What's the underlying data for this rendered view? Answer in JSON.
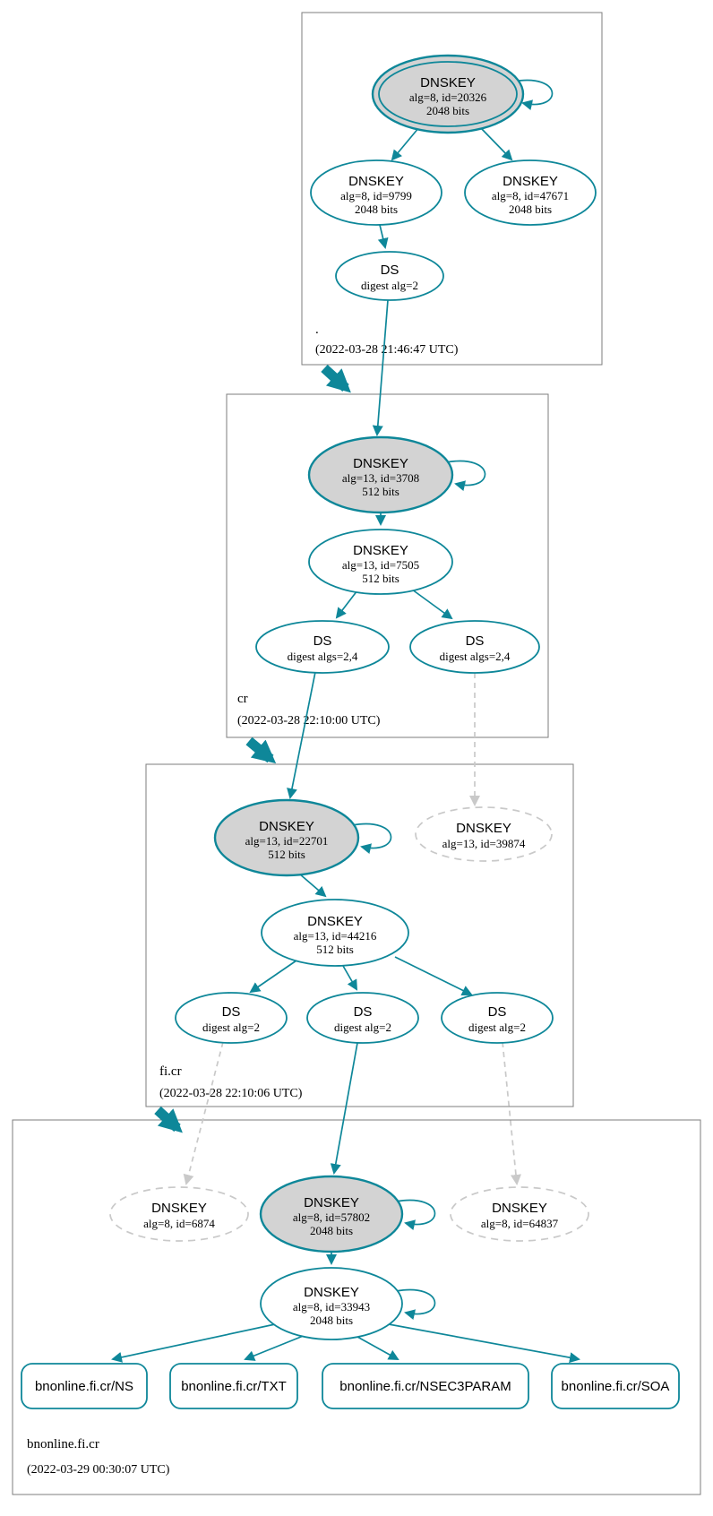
{
  "diagram": {
    "zones": {
      "root": {
        "label": ".",
        "timestamp": "(2022-03-28 21:46:47 UTC)"
      },
      "cr": {
        "label": "cr",
        "timestamp": "(2022-03-28 22:10:00 UTC)"
      },
      "ficr": {
        "label": "fi.cr",
        "timestamp": "(2022-03-28 22:10:06 UTC)"
      },
      "bnonline": {
        "label": "bnonline.fi.cr",
        "timestamp": "(2022-03-29 00:30:07 UTC)"
      }
    },
    "nodes": {
      "ksk20326": {
        "title": "DNSKEY",
        "detail1": "alg=8, id=20326",
        "detail2": "2048 bits"
      },
      "zsk9799": {
        "title": "DNSKEY",
        "detail1": "alg=8, id=9799",
        "detail2": "2048 bits"
      },
      "key47671": {
        "title": "DNSKEY",
        "detail1": "alg=8, id=47671",
        "detail2": "2048 bits"
      },
      "ds_root": {
        "title": "DS",
        "detail1": "digest alg=2"
      },
      "ksk3708": {
        "title": "DNSKEY",
        "detail1": "alg=13, id=3708",
        "detail2": "512 bits"
      },
      "zsk7505": {
        "title": "DNSKEY",
        "detail1": "alg=13, id=7505",
        "detail2": "512 bits"
      },
      "ds_cr_left": {
        "title": "DS",
        "detail1": "digest algs=2,4"
      },
      "ds_cr_right": {
        "title": "DS",
        "detail1": "digest algs=2,4"
      },
      "ksk22701": {
        "title": "DNSKEY",
        "detail1": "alg=13, id=22701",
        "detail2": "512 bits"
      },
      "key39874": {
        "title": "DNSKEY",
        "detail1": "alg=13, id=39874"
      },
      "zsk44216": {
        "title": "DNSKEY",
        "detail1": "alg=13, id=44216",
        "detail2": "512 bits"
      },
      "ds_ficr_1": {
        "title": "DS",
        "detail1": "digest alg=2"
      },
      "ds_ficr_2": {
        "title": "DS",
        "detail1": "digest alg=2"
      },
      "ds_ficr_3": {
        "title": "DS",
        "detail1": "digest alg=2"
      },
      "key6874": {
        "title": "DNSKEY",
        "detail1": "alg=8, id=6874"
      },
      "ksk57802": {
        "title": "DNSKEY",
        "detail1": "alg=8, id=57802",
        "detail2": "2048 bits"
      },
      "key64837": {
        "title": "DNSKEY",
        "detail1": "alg=8, id=64837"
      },
      "zsk33943": {
        "title": "DNSKEY",
        "detail1": "alg=8, id=33943",
        "detail2": "2048 bits"
      }
    },
    "rrsets": {
      "ns": "bnonline.fi.cr/NS",
      "txt": "bnonline.fi.cr/TXT",
      "nsec3param": "bnonline.fi.cr/NSEC3PARAM",
      "soa": "bnonline.fi.cr/SOA"
    },
    "colors": {
      "secure_teal": "#0e8799",
      "ksk_fill": "#d3d3d3",
      "insecure_gray": "#c9c9c9",
      "zone_border": "#7d7d7d"
    }
  }
}
